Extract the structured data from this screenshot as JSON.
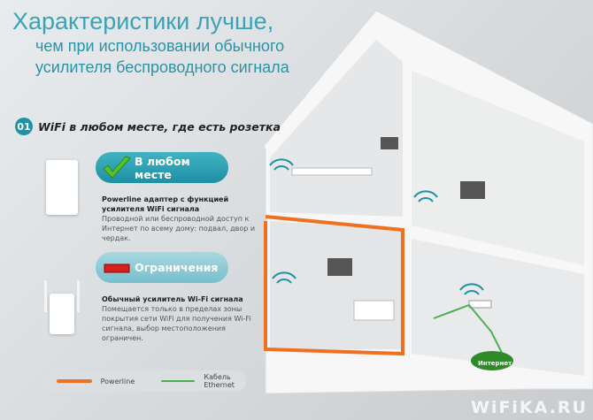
{
  "title": {
    "line1": "Характеристики лучше,",
    "line2": "чем при использовании обычного",
    "line3": "усилителя беспроводного сигнала"
  },
  "section": {
    "number": "01",
    "title": "WiFi в любом месте, где есть розетка"
  },
  "advantage": {
    "label": "В любом месте",
    "heading": "Powerline адаптер с функцией усилителя WiFi сигнала",
    "text": "Проводной или беспроводной доступ к Интернет по всему дому: подвал, двор и чердак.",
    "icon": "check-icon"
  },
  "limitation": {
    "label": "Ограничения",
    "heading": "Обычный усилитель Wi-Fi сигнала",
    "text": "Помещается только в пределах зоны покрытия сети WiFi для получения Wi-Fi сигнала, выбор местоположения ограничен.",
    "icon": "minus-icon"
  },
  "diagram": {
    "internet_label": "Интернет"
  },
  "legend": {
    "powerline": "Powerline",
    "ethernet": "Кабель Ethernet"
  },
  "watermark": "WiFiKA.RU",
  "colors": {
    "accent": "#1f93a6",
    "powerline": "#f07021",
    "ethernet": "#4caf50"
  }
}
